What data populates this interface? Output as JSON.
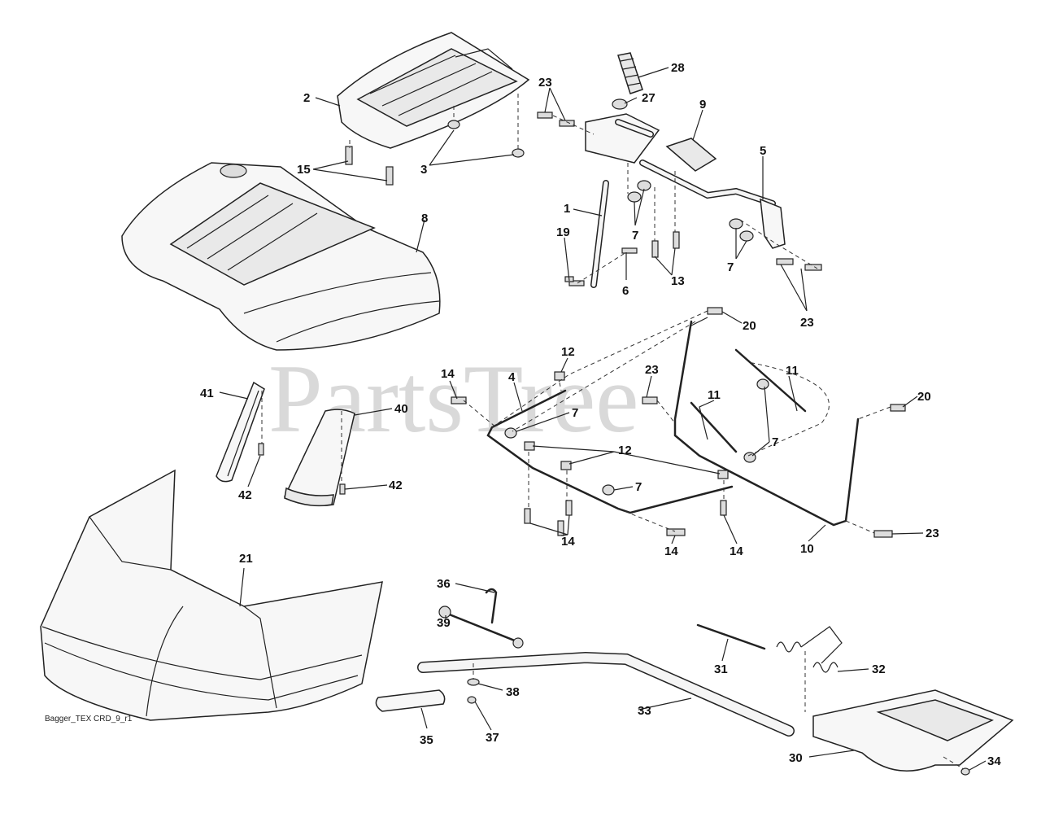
{
  "watermark": "PartsTree",
  "drawing_ref": "Bagger_TEX CRD_9_r1",
  "callouts": [
    {
      "id": "c28",
      "text": "28"
    },
    {
      "id": "c27",
      "text": "27"
    },
    {
      "id": "c23a",
      "text": "23"
    },
    {
      "id": "c9",
      "text": "9"
    },
    {
      "id": "c2",
      "text": "2"
    },
    {
      "id": "c5",
      "text": "5"
    },
    {
      "id": "c3",
      "text": "3"
    },
    {
      "id": "c15",
      "text": "15"
    },
    {
      "id": "c8",
      "text": "8"
    },
    {
      "id": "c1",
      "text": "1"
    },
    {
      "id": "c19",
      "text": "19"
    },
    {
      "id": "c6",
      "text": "6"
    },
    {
      "id": "c7a",
      "text": "7"
    },
    {
      "id": "c13",
      "text": "13"
    },
    {
      "id": "c7b",
      "text": "7"
    },
    {
      "id": "c23b",
      "text": "23"
    },
    {
      "id": "c20a",
      "text": "20"
    },
    {
      "id": "c12a",
      "text": "12"
    },
    {
      "id": "c14a",
      "text": "14"
    },
    {
      "id": "c4",
      "text": "4"
    },
    {
      "id": "c23c",
      "text": "23"
    },
    {
      "id": "c11a",
      "text": "11"
    },
    {
      "id": "c11b",
      "text": "11"
    },
    {
      "id": "c20b",
      "text": "20"
    },
    {
      "id": "c41",
      "text": "41"
    },
    {
      "id": "c40",
      "text": "40"
    },
    {
      "id": "c7c",
      "text": "7"
    },
    {
      "id": "c7d",
      "text": "7"
    },
    {
      "id": "c12b",
      "text": "12"
    },
    {
      "id": "c42a",
      "text": "42"
    },
    {
      "id": "c42b",
      "text": "42"
    },
    {
      "id": "c7e",
      "text": "7"
    },
    {
      "id": "c14b",
      "text": "14"
    },
    {
      "id": "c14c",
      "text": "14"
    },
    {
      "id": "c14d",
      "text": "14"
    },
    {
      "id": "c10",
      "text": "10"
    },
    {
      "id": "c23d",
      "text": "23"
    },
    {
      "id": "c21",
      "text": "21"
    },
    {
      "id": "c36",
      "text": "36"
    },
    {
      "id": "c39",
      "text": "39"
    },
    {
      "id": "c31",
      "text": "31"
    },
    {
      "id": "c32",
      "text": "32"
    },
    {
      "id": "c38",
      "text": "38"
    },
    {
      "id": "c33",
      "text": "33"
    },
    {
      "id": "c35",
      "text": "35"
    },
    {
      "id": "c37",
      "text": "37"
    },
    {
      "id": "c30",
      "text": "30"
    },
    {
      "id": "c34",
      "text": "34"
    }
  ]
}
